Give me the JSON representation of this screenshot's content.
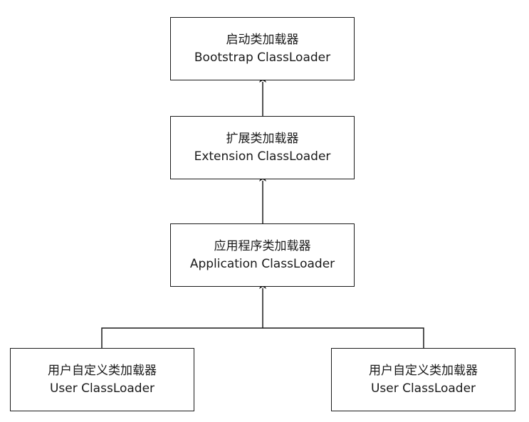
{
  "diagram": {
    "nodes": [
      {
        "id": "bootstrap",
        "title_cn": "启动类加载器",
        "title_en": "Bootstrap ClassLoader"
      },
      {
        "id": "extension",
        "title_cn": "扩展类加载器",
        "title_en": "Extension ClassLoader"
      },
      {
        "id": "application",
        "title_cn": "应用程序类加载器",
        "title_en": "Application ClassLoader"
      },
      {
        "id": "user_left",
        "title_cn": "用户自定义类加载器",
        "title_en": "User ClassLoader"
      },
      {
        "id": "user_right",
        "title_cn": "用户自定义类加载器",
        "title_en": "User ClassLoader"
      }
    ],
    "edges": [
      {
        "from": "extension",
        "to": "bootstrap"
      },
      {
        "from": "application",
        "to": "extension"
      },
      {
        "from": "user_left",
        "to": "application"
      },
      {
        "from": "user_right",
        "to": "application"
      }
    ],
    "colors": {
      "stroke": "#1a1a1a",
      "fill": "#ffffff"
    }
  }
}
